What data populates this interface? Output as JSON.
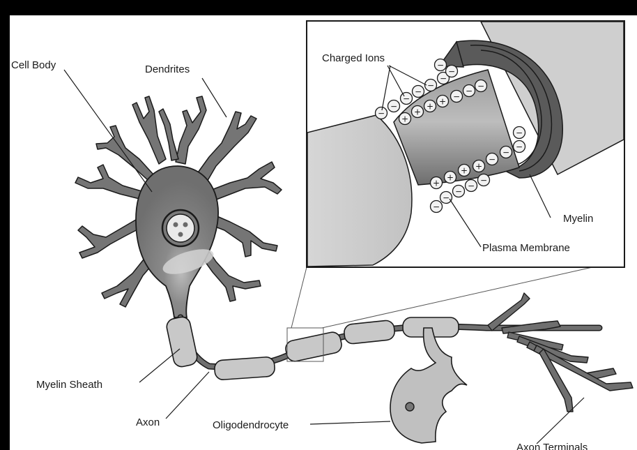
{
  "labels": {
    "cell_body": "Cell Body",
    "dendrites": "Dendrites",
    "charged_ions": "Charged Ions",
    "myelin": "Myelin",
    "plasma_membrane": "Plasma Membrane",
    "myelin_sheath": "Myelin Sheath",
    "axon": "Axon",
    "oligodendrocyte": "Oligodendrocyte",
    "axon_terminals": "Axon Terminals"
  },
  "ion_symbols": {
    "positive": "+",
    "negative": "−"
  },
  "colors": {
    "frame": "#000000",
    "background": "#ffffff",
    "cell": "#7a7a7a",
    "myelin_segment": "#c8c8c8",
    "outline": "#1a1a1a"
  }
}
